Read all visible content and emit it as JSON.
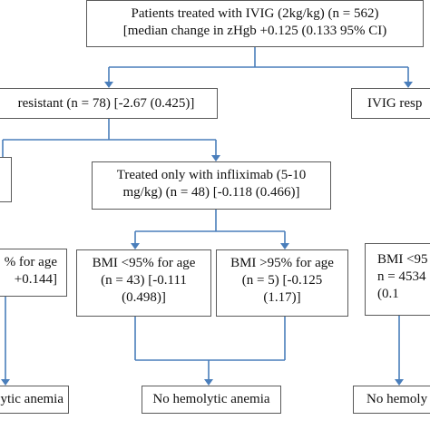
{
  "nodes": {
    "root": {
      "lines": [
        "Patients treated with IVIG (2kg/kg) (n = 562)",
        "[median change in zHgb +0.125 (0.133 95% CI)"
      ]
    },
    "resistant": {
      "lines": [
        "resistant (n = 78) [-2.67 (0.425)]"
      ]
    },
    "responsive": {
      "lines": [
        "IVIG resp"
      ]
    },
    "left_stub": {
      "lines": []
    },
    "infliximab": {
      "lines": [
        "Treated only with infliximab (5-10",
        "mg/kg) (n = 48) [-0.118 (0.466)]"
      ]
    },
    "bmi_left": {
      "lines": [
        "% for age",
        "+0.144]"
      ]
    },
    "bmi_lt95": {
      "lines": [
        "BMI <95% for age",
        "(n = 43) [-0.111",
        "(0.498)]"
      ]
    },
    "bmi_gt95": {
      "lines": [
        "BMI >95% for age",
        "(n = 5) [-0.125",
        "(1.17)]"
      ]
    },
    "bmi_right": {
      "lines": [
        "BMI <95",
        "n = 4534",
        "(0.1"
      ]
    },
    "hem_left": {
      "lines": [
        "ytic anemia"
      ]
    },
    "hem_mid": {
      "lines": [
        "No hemolytic anemia"
      ]
    },
    "hem_right": {
      "lines": [
        "No hemoly"
      ]
    }
  }
}
